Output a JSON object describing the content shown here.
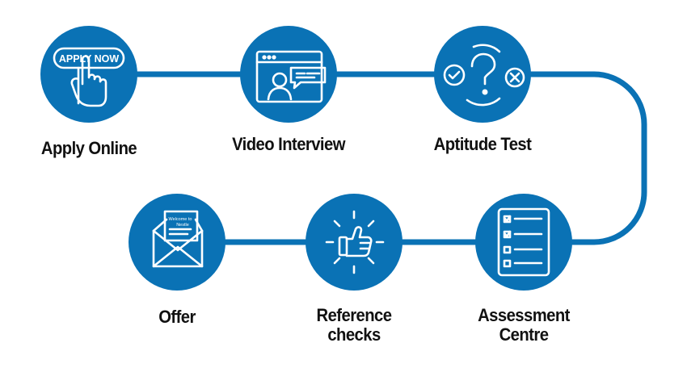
{
  "colors": {
    "circle": "#0a72b5",
    "connector": "#0a72b5",
    "icon_stroke": "#ffffff",
    "label_text": "#111111"
  },
  "steps": [
    {
      "label": "Apply Online",
      "icon": "pointing-hand-apply-button-icon",
      "button_text": "APPLY NOW"
    },
    {
      "label": "Video Interview",
      "icon": "video-call-window-icon"
    },
    {
      "label": "Aptitude Test",
      "icon": "question-check-cross-icon"
    },
    {
      "label_lines": [
        "Assessment",
        "Centre"
      ],
      "icon": "checklist-clipboard-icon"
    },
    {
      "label_lines": [
        "Reference",
        "checks"
      ],
      "icon": "thumbs-up-icon"
    },
    {
      "label": "Offer",
      "icon": "envelope-letter-icon",
      "letter_text": [
        "Welcome to",
        "Nestle"
      ]
    }
  ]
}
